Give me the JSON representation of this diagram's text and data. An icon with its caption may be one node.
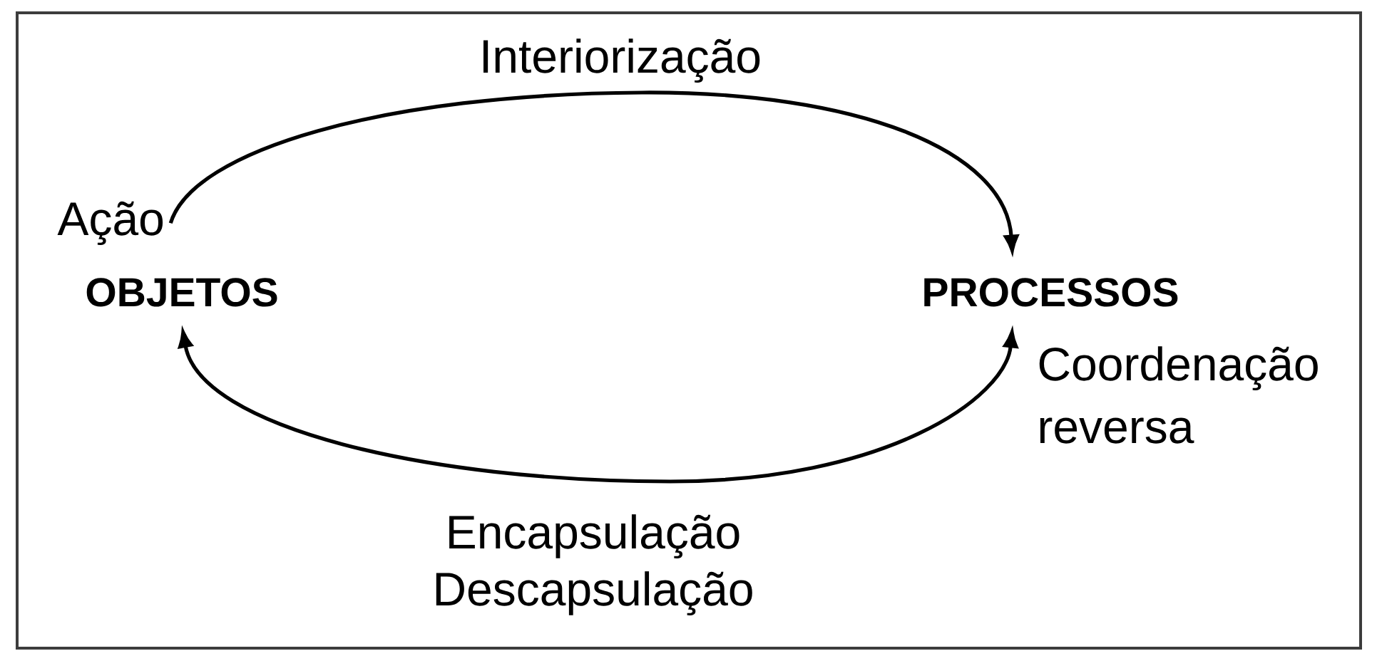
{
  "diagram": {
    "nodes": [
      {
        "text": [
          "Ação"
        ]
      },
      {
        "text": [
          "OBJETOS"
        ]
      },
      {
        "text": [
          "PROCESSOS"
        ]
      }
    ],
    "edges": [
      {
        "from": 0,
        "to": 2,
        "arrow": "to",
        "label": "Interiorização"
      },
      {
        "from": 1,
        "to": 2,
        "arrow": "both",
        "label": "Encapsulação Descapsulação"
      }
    ],
    "labels": [
      "Coordenação reversa"
    ]
  }
}
